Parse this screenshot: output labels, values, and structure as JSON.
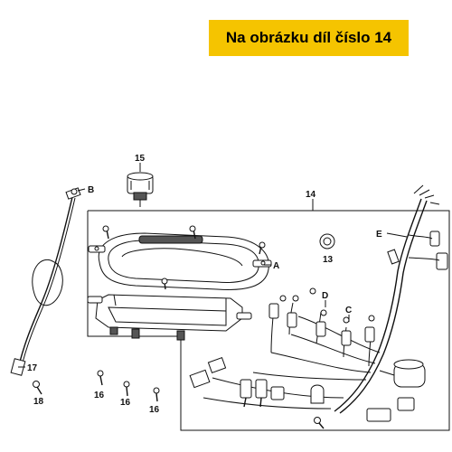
{
  "banner": {
    "text": "Na obrázku díl číslo 14",
    "color": "#f5c400"
  },
  "callouts": {
    "p14": "14",
    "p15": "15",
    "p13": "13",
    "p17": "17",
    "p18": "18",
    "p16a": "16",
    "p16b": "16",
    "p16c": "16",
    "pA": "A",
    "pB": "B",
    "pC": "C",
    "pD": "D",
    "pE": "E"
  }
}
